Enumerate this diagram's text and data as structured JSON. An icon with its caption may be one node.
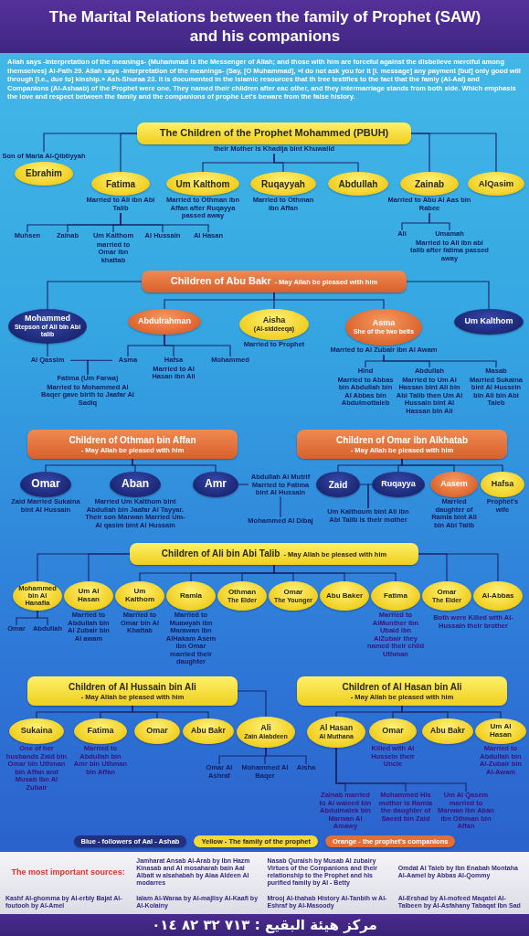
{
  "diagram": {
    "title": "The Marital Relations between the family of Prophet (SAW) and his companions",
    "nodes": [
      {
        "text": [
          "The Children of the Prophet Mohammed (PBUH)"
        ],
        "beside": [
          "their Mother is Khadija bint Khuwaild"
        ]
      },
      {
        "text": [
          "Ebrahim"
        ],
        "beside": [
          "Son of Maria Al-Qibtiyyah"
        ]
      },
      {
        "text": [
          "Fatima"
        ],
        "beside": [
          "Married to Ali ibn Abi Talib"
        ]
      },
      {
        "text": [
          "Um Kalthom"
        ],
        "beside": [
          "Married to Othman ibn Affan after Ruqayya passed away"
        ]
      },
      {
        "text": [
          "Ruqayyah"
        ],
        "beside": [
          "Married to Othman ibn Affan"
        ]
      },
      {
        "text": [
          "Abdullah"
        ]
      },
      {
        "text": [
          "Zainab"
        ],
        "beside": [
          "Married to Abu Al Aas bin Rabee"
        ]
      },
      {
        "text": [
          "AlQasim"
        ]
      },
      {
        "text": [
          "Muhsen"
        ]
      },
      {
        "text": [
          "Zainab"
        ]
      },
      {
        "text": [
          "Um Kalthom",
          "married to Omar ibn khattab"
        ]
      },
      {
        "text": [
          "Al Hussain"
        ]
      },
      {
        "text": [
          "Al Hasan"
        ]
      },
      {
        "text": [
          "Ali"
        ]
      },
      {
        "text": [
          "Umamah",
          "Married to Ali ibn abi talib after fatima passed away"
        ]
      },
      {
        "text": [
          "Children of Abu Bakr",
          "- May Allah be pleased with him"
        ]
      },
      {
        "text": [
          "Mohammed",
          "Stepson of Ali bin Abi talib"
        ]
      },
      {
        "text": [
          "Abdulrahman"
        ]
      },
      {
        "text": [
          "Aisha",
          "(Al-siddeeqa)"
        ],
        "beside": [
          "Married to Prophet"
        ]
      },
      {
        "text": [
          "Asma",
          "She of the two belts"
        ],
        "beside": [
          "Married to Al Zubair ibn Al Awam"
        ]
      },
      {
        "text": [
          "Um Kalthom"
        ]
      },
      {
        "text": [
          "Al Qassim"
        ]
      },
      {
        "text": [
          "Asma"
        ]
      },
      {
        "text": [
          "Hafsa",
          "Married to Al Hasan ibn Ali"
        ]
      },
      {
        "text": [
          "Mohammed"
        ]
      },
      {
        "text": [
          "Fatima (Um Farwa)",
          "Married to Mohammed Al Baqer gave birth to Jaafar Al Sadiq"
        ]
      },
      {
        "text": [
          "Hind",
          "Married to Abbas bin Abdullah bin Al Abbas bin Abdulmottaleb"
        ]
      },
      {
        "text": [
          "Abdullah",
          "Married to Um Al Hassan bint Ali bin Abi Talib then Um Al Hussain bint Al Hassan bin Ali"
        ]
      },
      {
        "text": [
          "Masab",
          "Married Sukaina bint Al Hussein bin Ali bin Abi Taleb"
        ]
      },
      {
        "text": [
          "Children of Othman bin Affan",
          "- May Allah be pleased with him"
        ]
      },
      {
        "text": [
          "Omar"
        ],
        "beside": [
          "Zaid Married Sukaina bint Al Hussain"
        ]
      },
      {
        "text": [
          "Aban"
        ],
        "beside": [
          "Married Um Kalthom bint Abdullah bin Jaafar Al Tayyar. Their son Marwan Married Um-Al qasim bint Al Hussain"
        ]
      },
      {
        "text": [
          "Amr"
        ]
      },
      {
        "text": [
          "Abdullah Al Mutrif Married to Fatima bint Al Hussain"
        ]
      },
      {
        "text": [
          "Mohammed Al Dibaj"
        ]
      },
      {
        "text": [
          "Children of Omar ibn Alkhatab",
          "- May Allah be pleased with him"
        ]
      },
      {
        "text": [
          "Zaid"
        ]
      },
      {
        "text": [
          "Ruqayya"
        ]
      },
      {
        "text": [
          "Um Kalthoum bint Ali ibn Abi Talib is their mother"
        ]
      },
      {
        "text": [
          "Aasem"
        ],
        "beside": [
          "Married daughter of Ramla bint Ali bin Abi Talib"
        ]
      },
      {
        "text": [
          "Hafsa"
        ],
        "beside": [
          "Prophet's wife"
        ]
      },
      {
        "text": [
          "Children of Ali bin Abi Talib",
          "- May Allah be pleased with him"
        ]
      },
      {
        "text": [
          "Mohammed bin Al Hanafia"
        ]
      },
      {
        "text": [
          "Um Al Hasan"
        ],
        "beside": [
          "Married to Abdullah bin Al Zubair bin Al awam"
        ]
      },
      {
        "text": [
          "Um Kalthom"
        ],
        "beside": [
          "Married to Omar bin Al Khattab"
        ]
      },
      {
        "text": [
          "Ramla"
        ],
        "beside": [
          "Married to Muawyah ibn Marawan ibn AlHakam Asem ibn Omar married their daughter"
        ]
      },
      {
        "text": [
          "Othman",
          "The Elder"
        ]
      },
      {
        "text": [
          "Omar",
          "The Younger"
        ]
      },
      {
        "text": [
          "Abu Baker"
        ]
      },
      {
        "text": [
          "Fatima"
        ],
        "beside": [
          "Married to AlMunther ibn Ubaid ibn AlZubair they named their child Uthman"
        ]
      },
      {
        "text": [
          "Omar",
          "The Elder"
        ]
      },
      {
        "text": [
          "Al-Abbas"
        ]
      },
      {
        "text": [
          "Omar"
        ]
      },
      {
        "text": [
          "Abdullah"
        ]
      },
      {
        "text": [
          "Children of Al Hussain bin Ali",
          "- May Allah be pleased with him"
        ]
      },
      {
        "text": [
          "Sukaina"
        ],
        "beside": [
          "One of her husbands Zaid bin Omar bin Uthman bin Affan and Musab ibn Al Zubair"
        ]
      },
      {
        "text": [
          "Fatima"
        ],
        "beside": [
          "Married to Abdullah bin Amr bin Uthman bin Affan"
        ]
      },
      {
        "text": [
          "Omar"
        ]
      },
      {
        "text": [
          "Abu Bakr"
        ]
      },
      {
        "text": [
          "Ali",
          "Zain Alabdeen"
        ]
      },
      {
        "text": [
          "Omar Al Ashraf"
        ]
      },
      {
        "text": [
          "Mohammed Al Baqer"
        ]
      },
      {
        "text": [
          "Aisha"
        ]
      },
      {
        "text": [
          "Children of Al Hasan bin Ali",
          "- May Allah be pleased with him"
        ]
      },
      {
        "text": [
          "Al Hasan",
          "Al Muthana"
        ]
      },
      {
        "text": [
          "Omar"
        ],
        "beside": [
          "Killed with Al Hussein their Uncle"
        ]
      },
      {
        "text": [
          "Abu Bakr"
        ]
      },
      {
        "text": [
          "Um Al Hasan"
        ],
        "beside": [
          "Married to Abdullah bin Al-Zubair bin Al-Awam"
        ]
      },
      {
        "text": [
          "Zainab married to Al waleed bin Abdulmalek bin Marwan Al Amawy"
        ]
      },
      {
        "text": [
          "Mohammed His mother is Ramla the daughter of Saeed bin Zaid"
        ]
      },
      {
        "text": [
          "Um Al Qasem married to Marwan ibn Aban ibn Othman bin Affan"
        ]
      }
    ],
    "edges": [
      {
        "from": 0,
        "to": 1,
        "arrow": "none"
      },
      {
        "from": 0,
        "to": 2,
        "arrow": "none"
      },
      {
        "from": 0,
        "to": 3,
        "arrow": "none"
      },
      {
        "from": 0,
        "to": 4,
        "arrow": "none"
      },
      {
        "from": 0,
        "to": 5,
        "arrow": "none"
      },
      {
        "from": 0,
        "to": 6,
        "arrow": "none"
      },
      {
        "from": 0,
        "to": 7,
        "arrow": "none"
      },
      {
        "from": 2,
        "to": 8,
        "arrow": "none"
      },
      {
        "from": 2,
        "to": 9,
        "arrow": "none"
      },
      {
        "from": 2,
        "to": 10,
        "arrow": "none"
      },
      {
        "from": 2,
        "to": 11,
        "arrow": "none"
      },
      {
        "from": 2,
        "to": 12,
        "arrow": "none"
      },
      {
        "from": 6,
        "to": 13,
        "arrow": "none"
      },
      {
        "from": 6,
        "to": 14,
        "arrow": "none"
      },
      {
        "from": 15,
        "to": 16,
        "arrow": "none"
      },
      {
        "from": 15,
        "to": 17,
        "arrow": "none"
      },
      {
        "from": 15,
        "to": 18,
        "arrow": "none"
      },
      {
        "from": 15,
        "to": 19,
        "arrow": "none"
      },
      {
        "from": 15,
        "to": 20,
        "arrow": "none"
      },
      {
        "from": 16,
        "to": 21,
        "arrow": "none"
      },
      {
        "from": 17,
        "to": 22,
        "arrow": "none"
      },
      {
        "from": 17,
        "to": 23,
        "arrow": "none"
      },
      {
        "from": 17,
        "to": 24,
        "arrow": "none"
      },
      {
        "from": 21,
        "to": 25,
        "arrow": "none"
      },
      {
        "from": 22,
        "to": 25,
        "arrow": "none"
      },
      {
        "from": 19,
        "to": 26,
        "arrow": "none"
      },
      {
        "from": 19,
        "to": 27,
        "arrow": "none"
      },
      {
        "from": 19,
        "to": 28,
        "arrow": "none"
      },
      {
        "from": 29,
        "to": 30,
        "arrow": "none"
      },
      {
        "from": 29,
        "to": 31,
        "arrow": "none"
      },
      {
        "from": 29,
        "to": 32,
        "arrow": "none"
      },
      {
        "from": 32,
        "to": 33,
        "arrow": "none"
      },
      {
        "from": 33,
        "to": 34,
        "arrow": "none"
      },
      {
        "from": 35,
        "to": 36,
        "arrow": "none"
      },
      {
        "from": 35,
        "to": 37,
        "arrow": "none"
      },
      {
        "from": 35,
        "to": 39,
        "arrow": "none"
      },
      {
        "from": 35,
        "to": 40,
        "arrow": "none"
      },
      {
        "from": 36,
        "to": 38,
        "arrow": "none"
      },
      {
        "from": 37,
        "to": 38,
        "arrow": "none"
      },
      {
        "from": 41,
        "to": 42,
        "arrow": "none"
      },
      {
        "from": 41,
        "to": 43,
        "arrow": "none"
      },
      {
        "from": 41,
        "to": 44,
        "arrow": "none"
      },
      {
        "from": 41,
        "to": 45,
        "arrow": "none"
      },
      {
        "from": 41,
        "to": 46,
        "arrow": "none"
      },
      {
        "from": 41,
        "to": 47,
        "arrow": "none"
      },
      {
        "from": 41,
        "to": 48,
        "arrow": "none"
      },
      {
        "from": 41,
        "to": 49,
        "arrow": "none"
      },
      {
        "from": 41,
        "to": 50,
        "arrow": "none"
      },
      {
        "from": 41,
        "to": 51,
        "arrow": "none"
      },
      {
        "from": 42,
        "to": 52,
        "arrow": "none"
      },
      {
        "from": 42,
        "to": 53,
        "arrow": "none"
      },
      {
        "from": 54,
        "to": 55,
        "arrow": "none"
      },
      {
        "from": 54,
        "to": 56,
        "arrow": "none"
      },
      {
        "from": 54,
        "to": 57,
        "arrow": "none"
      },
      {
        "from": 54,
        "to": 58,
        "arrow": "none"
      },
      {
        "from": 54,
        "to": 59,
        "arrow": "none"
      },
      {
        "from": 59,
        "to": 60,
        "arrow": "none"
      },
      {
        "from": 59,
        "to": 61,
        "arrow": "none"
      },
      {
        "from": 59,
        "to": 62,
        "arrow": "none"
      },
      {
        "from": 63,
        "to": 64,
        "arrow": "none"
      },
      {
        "from": 63,
        "to": 65,
        "arrow": "none"
      },
      {
        "from": 63,
        "to": 66,
        "arrow": "none"
      },
      {
        "from": 63,
        "to": 67,
        "arrow": "none"
      },
      {
        "from": 64,
        "to": 68,
        "arrow": "none"
      },
      {
        "from": 64,
        "to": 69,
        "arrow": "none"
      },
      {
        "from": 64,
        "to": 70,
        "arrow": "none"
      }
    ],
    "labels": [
      "Allah says -interpretation of the meanings- (Muhammad is the Messenger of Allah; and those with him are forceful against the disbelieve merciful among themselves) Al-Fath 29. Allah says -interpretation of the meanings- (Say, [O Muhammad], «I do not ask you for it [i. message] any payment [but] only good will through [i.e., due to] kinship.» Ash-Shuraa 23. It is documented in the Islamic resources that th tree testifies to the fact that the famiy (Al-Aal) and Companions (Al-Ashaab) of the Prophet were one. They named their children after eac other, and they intermarriage stands from both side. Which emphasis the love and respect between the family and the companions of prophe Let's beware from the false history.",
      "Both were Killed with Al-Hussain their brother",
      "The most important sources:",
      "Jamharat Ansab Al-Arab by Ibn Hazm Kinasab and Al mosaharah bain Aal Albait w alsahabah by Alaa Aldeen Al modarres",
      "Nasab Quraish by Musab Al zubairy Virtues of the Companions and their relationship to the Prophet and his purified family by Al - Betty",
      "Omdat Al Taleb by Ibn Enabah Montaha Al-Aamel by Abbas Al-Qommy",
      "Kashf Al-ghomma by Al-erbly Bajat Al-foutooh by Al-Amel",
      "Ialam Al-Waraa by Al-majlisy Al-Kaafi by Al-Kolainy",
      "Mrooj Al-thahab History Al-Tanbih w Al-Eshraf by Al-Masoody",
      "Al-Ershad by Al-mofeed Maqatel Al-Talbeen by Al-Asfahany Tabaqat Ibn Sad",
      "مركز هيئة البقيع : ٧١٣ ٣٢ ٨٢ ٠١٤"
    ],
    "legend": [
      {
        "text": "Blue - followers of Aal - Ashab",
        "color": "#22307f"
      },
      {
        "text": "Yellow - The family of the prophet",
        "color": "#f3d83a"
      },
      {
        "text": "Orange - the prophet's companions",
        "color": "#e0703a"
      }
    ]
  }
}
